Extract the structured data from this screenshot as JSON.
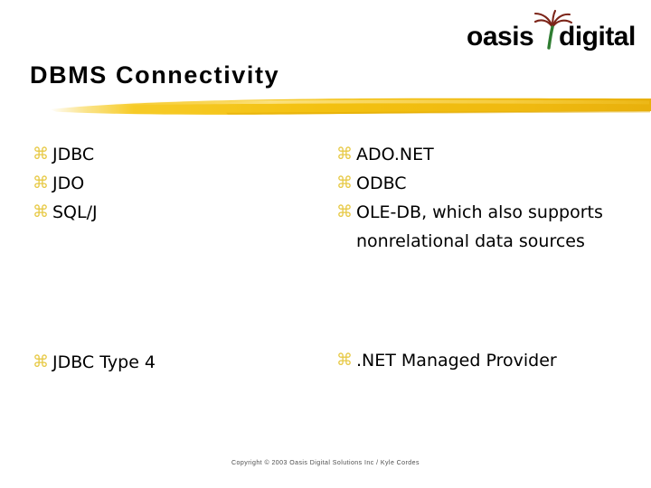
{
  "brand": {
    "logo_word_one": "oasis",
    "logo_word_two": "digital",
    "logo_mark": "palm-tree",
    "text_color": "#000000",
    "trunk_color": "#2f7d32",
    "frond_color": "#7c2418"
  },
  "slide": {
    "title": "DBMS Connectivity",
    "accent_color": "#F5C518",
    "bullet_color": "#E7C945",
    "bullet_glyph": "⌘"
  },
  "content": {
    "left_top": [
      {
        "text": "JDBC"
      },
      {
        "text": "JDO"
      },
      {
        "text": "SQL/J"
      }
    ],
    "right_top": [
      {
        "text": "ADO.NET"
      },
      {
        "text": "ODBC"
      },
      {
        "text": "OLE-DB, which also supports nonrelational data sources"
      }
    ],
    "left_bottom": [
      {
        "text": "JDBC Type 4"
      }
    ],
    "right_bottom": [
      {
        "text": ".NET Managed Provider"
      }
    ]
  },
  "footer": {
    "copyright": "Copyright © 2003 Oasis Digital Solutions Inc / Kyle Cordes"
  }
}
